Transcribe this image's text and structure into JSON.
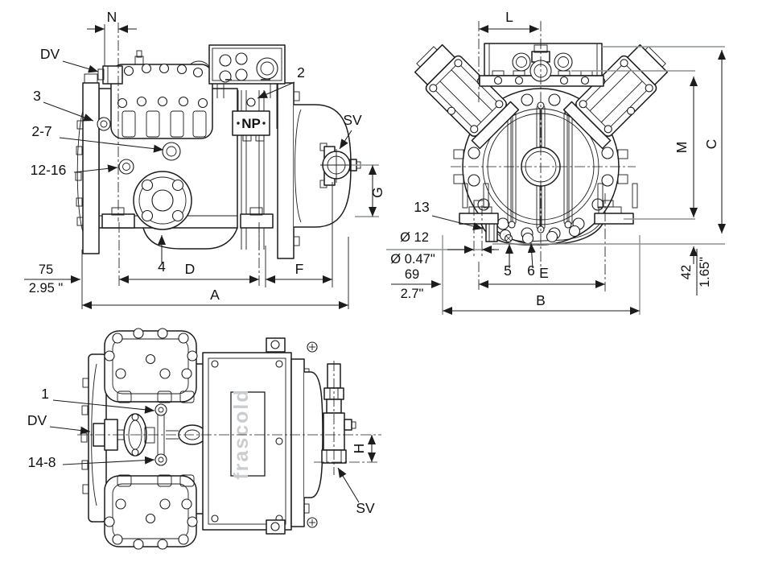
{
  "colors": {
    "line": "#1c1c1c",
    "reference_line": "#8d9296",
    "logo_gray": "#c9cdd0",
    "background": "#ffffff"
  },
  "side_view": {
    "dim_n": "N",
    "callout_dv": "DV",
    "callout_3": "3",
    "callout_2_7": "2-7",
    "callout_12_16": "12-16",
    "callout_2": "2",
    "nameplate": "NP",
    "callout_sv": "SV",
    "dim_g": "G",
    "callout_4": "4",
    "dim_75_mm": "75",
    "dim_75_in": "2.95 \"",
    "dim_d": "D",
    "dim_f": "F",
    "dim_a": "A"
  },
  "front_view": {
    "dim_l": "L",
    "dim_m": "M",
    "dim_c": "C",
    "callout_13": "13",
    "hole_dia_mm": "Ø 12",
    "hole_dia_in": "Ø 0.47\"",
    "callout_5": "5",
    "callout_6": "6",
    "dim_69_mm": "69",
    "dim_69_in": "2.7\"",
    "dim_e": "E",
    "dim_b": "B",
    "dim_42_mm": "42",
    "dim_42_in": "1.65\""
  },
  "top_view": {
    "callout_1": "1",
    "callout_dv": "DV",
    "callout_14_8": "14-8",
    "brand_logo": "frascold",
    "dim_h": "H",
    "callout_sv": "SV"
  }
}
